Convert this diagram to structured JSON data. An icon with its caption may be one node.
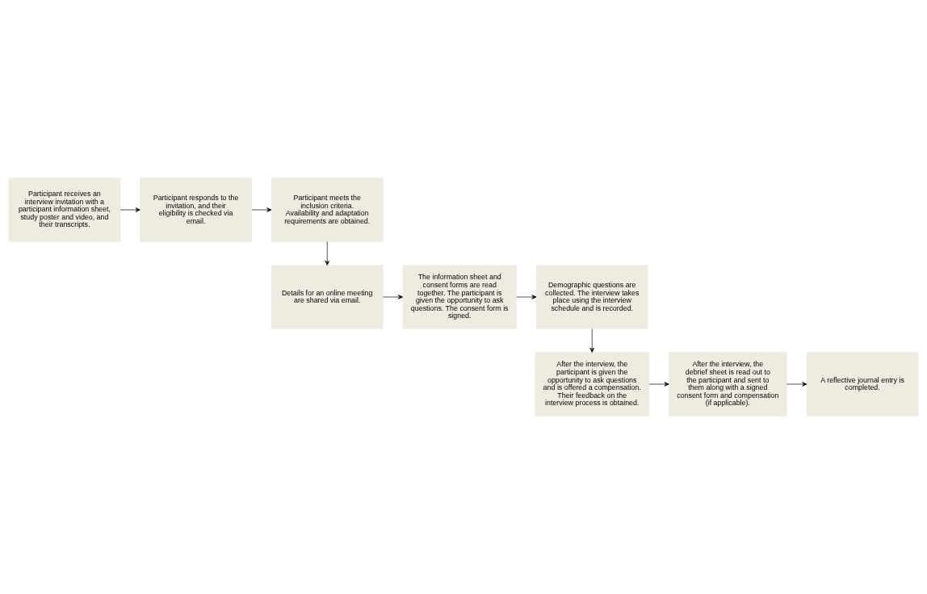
{
  "diagram": {
    "nodes": [
      {
        "text": [
          "Participant receives an interview invitation with a participant information sheet, study poster and video, and their transcripts."
        ]
      },
      {
        "text": [
          "Participant responds to the invitation, and their eligibility is checked via email."
        ]
      },
      {
        "text": [
          "Participant meets the inclusion criteria. Availability and adaptation requirements are obtained."
        ]
      },
      {
        "text": [
          "Details for an online meeting are shared via email."
        ]
      },
      {
        "text": [
          "The information sheet and consent forms are read together. The participant is given the opportunity to ask questions. The consent form is signed."
        ]
      },
      {
        "text": [
          "Demographic questions are collected. The interview takes place using the interview schedule and is recorded."
        ]
      },
      {
        "text": [
          "After the interview, the participant is given the opportunity to ask questions and is offered a compensation. Their feedback on the interview process is obtained."
        ]
      },
      {
        "text": [
          "After the interview, the debrief sheet is read out to the participant and sent to them along with a signed consent form and compensation (if applicable)."
        ]
      },
      {
        "text": [
          "A reflective journal entry is completed."
        ]
      }
    ],
    "edges": [
      {
        "from": 0,
        "to": 1,
        "arrow": "to"
      },
      {
        "from": 1,
        "to": 2,
        "arrow": "to"
      },
      {
        "from": 2,
        "to": 3,
        "arrow": "to"
      },
      {
        "from": 3,
        "to": 4,
        "arrow": "to"
      },
      {
        "from": 4,
        "to": 5,
        "arrow": "to"
      },
      {
        "from": 5,
        "to": 6,
        "arrow": "to"
      },
      {
        "from": 6,
        "to": 7,
        "arrow": "to"
      },
      {
        "from": 7,
        "to": 8,
        "arrow": "to"
      }
    ]
  }
}
